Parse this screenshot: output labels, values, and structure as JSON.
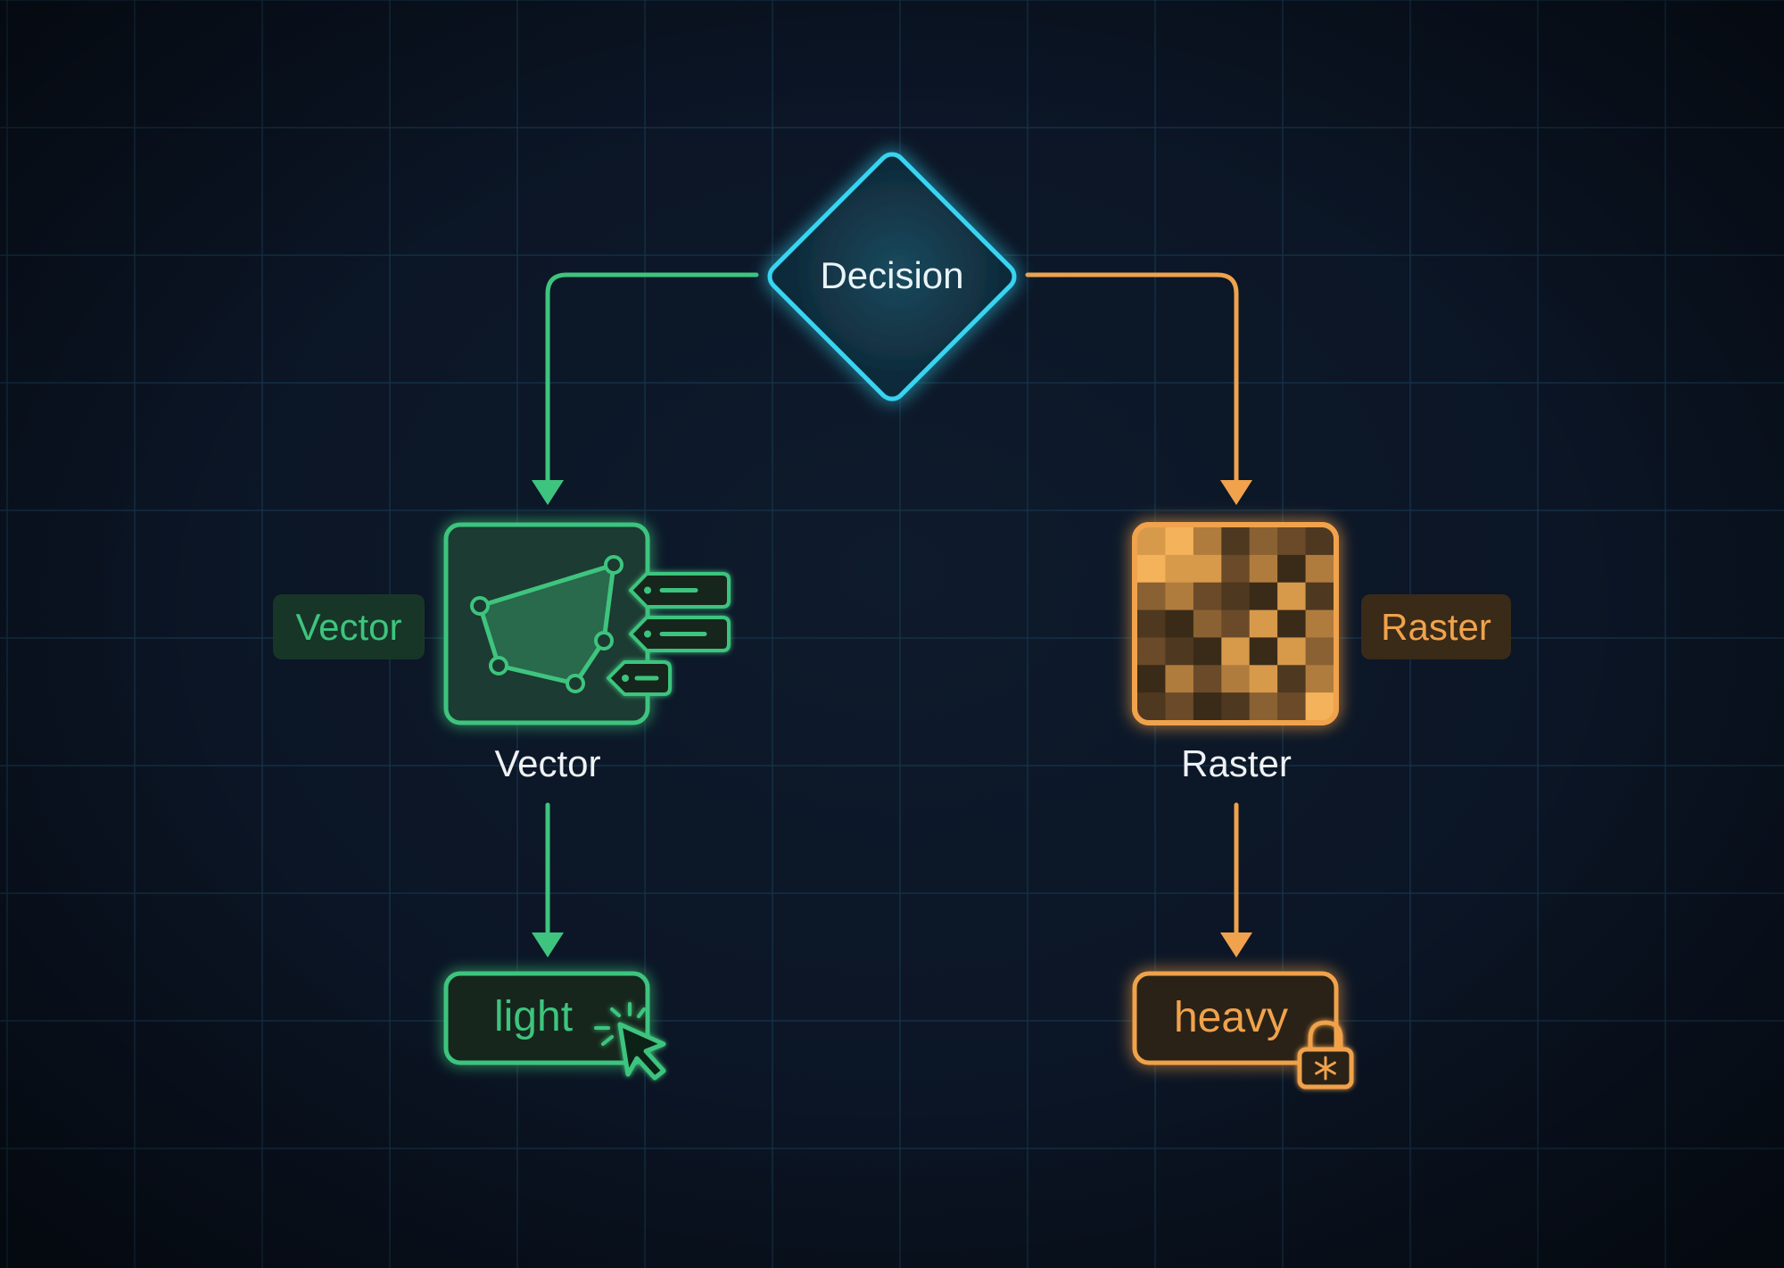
{
  "nodes": {
    "decision": {
      "label": "Decision"
    },
    "vector": {
      "label": "Vector",
      "tag": "Vector"
    },
    "raster": {
      "label": "Raster",
      "tag": "Raster"
    },
    "light": {
      "label": "light"
    },
    "heavy": {
      "label": "heavy"
    }
  },
  "icons": {
    "vector_glyph": "polygon-with-anchor-points-icon",
    "vector_side": "layer-tags-icon",
    "raster_glyph": "pixel-grid-icon",
    "light_badge": "cursor-click-icon",
    "heavy_badge": "lock-snowflake-icon"
  },
  "colors": {
    "decision": "#38d4f2",
    "vector": "#3ec47e",
    "raster": "#f0a24c",
    "background": "#0b1423",
    "grid": "#153247"
  }
}
